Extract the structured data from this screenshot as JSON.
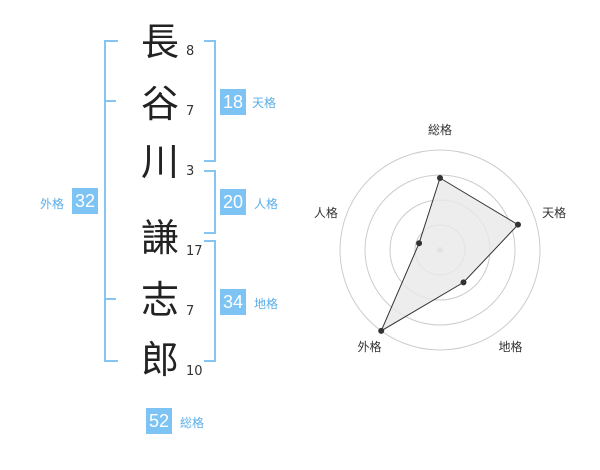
{
  "name_chars": [
    {
      "char": "長",
      "strokes": "8"
    },
    {
      "char": "谷",
      "strokes": "7"
    },
    {
      "char": "川",
      "strokes": "3"
    },
    {
      "char": "謙",
      "strokes": "17"
    },
    {
      "char": "志",
      "strokes": "7"
    },
    {
      "char": "郎",
      "strokes": "10"
    }
  ],
  "kaku": {
    "tenkaku": {
      "label": "天格",
      "value": "18"
    },
    "jinkaku": {
      "label": "人格",
      "value": "20"
    },
    "chikaku": {
      "label": "地格",
      "value": "34"
    },
    "gaikaku": {
      "label": "外格",
      "value": "32"
    },
    "soukaku": {
      "label": "総格",
      "value": "52"
    }
  },
  "colors": {
    "accent": "#7dc4f5",
    "bracket": "#86c5f2",
    "label": "#5aaee8"
  },
  "chart_data": {
    "type": "radar",
    "axes": [
      "総格",
      "天格",
      "地格",
      "外格",
      "人格"
    ],
    "rings": 4,
    "values": [
      0.72,
      0.82,
      0.4,
      1.0,
      0.22
    ]
  }
}
